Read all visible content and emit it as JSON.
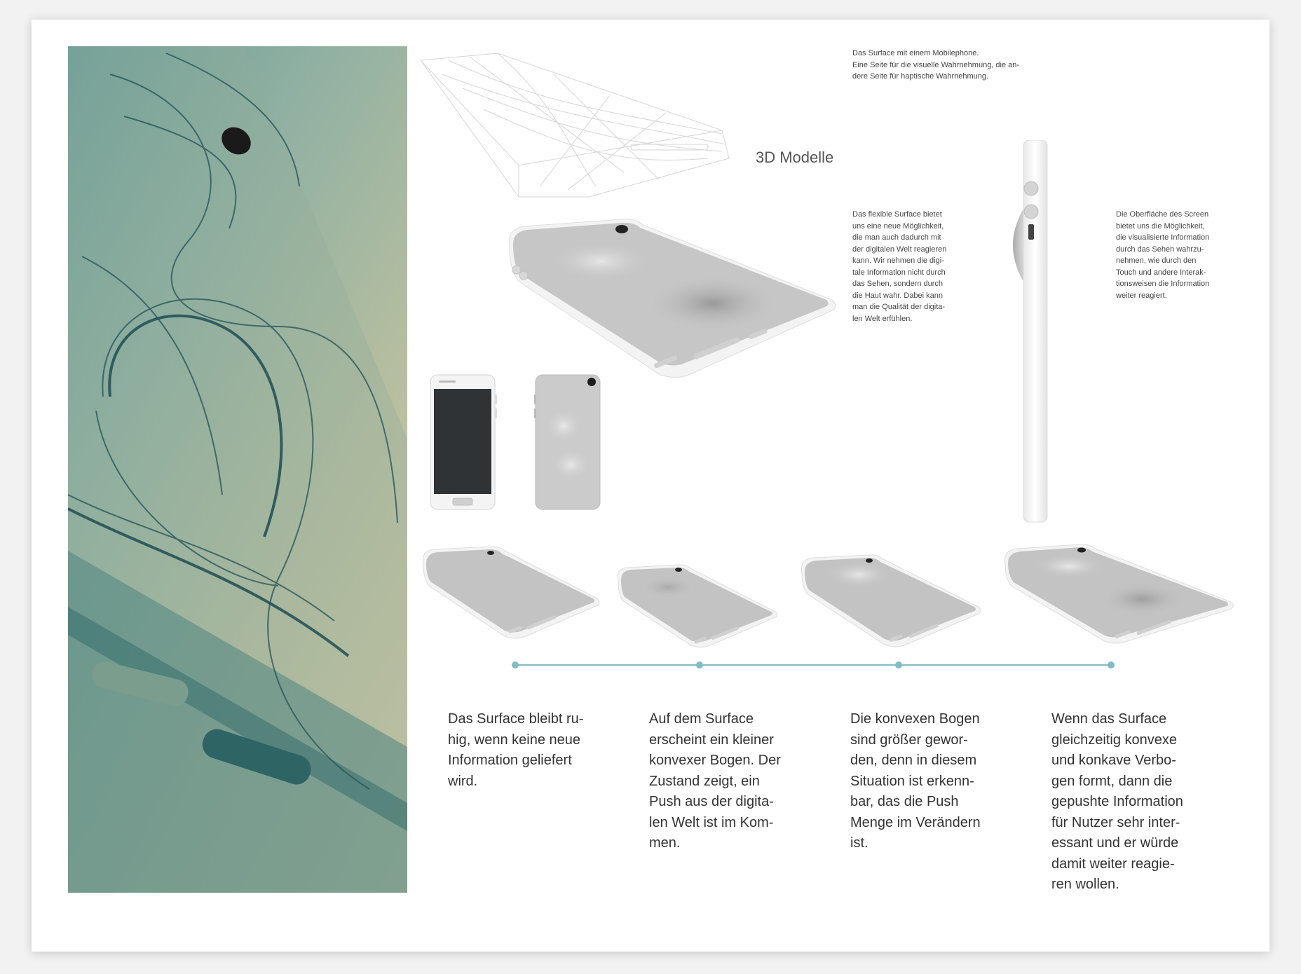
{
  "top_note": {
    "lines": [
      "Das Surface mit einem Mobilephone.",
      "Eine Seite für die visuelle Wahrnehmung, die an-",
      "dere Seite für haptische Wahrnehmung."
    ]
  },
  "section_title": "3D Modelle",
  "middle_note": "Das flexible Surface bietet\nuns eine neue Möglichkeit,\ndie man auch dadurch mit\nder digitalen Welt reagieren\nkann. Wir nehmen die digi-\ntale Information nicht durch\ndas Sehen, sondern durch\ndie Haut wahr. Dabei kann\nman die Qualität der digita-\nlen Welt erfühlen.",
  "right_note": "Die Oberfläche des Screen\nbietet uns die Möglichkeit,\ndie visualisierte Information\ndurch das Sehen wahrzu-\nnehmen, wie durch den\nTouch und andere Interak-\ntionsweisen die Information\nweiter reagiert.",
  "captions": [
    "Das Surface bleibt ru-\nhig, wenn keine neue\nInformation geliefert\nwird.",
    "Auf dem Surface\nerscheint ein kleiner\nkonvexer Bogen. Der\nZustand zeigt, ein\nPush aus der digita-\nlen Welt ist im Kom-\nmen.",
    "Die konvexen Bogen\nsind größer gewor-\nden, denn in diesem\nSituation ist erkenn-\nbar, das die Push\nMenge im Verändern\nist.",
    "Wenn das Surface\ngleichzeitig konvexe\nund konkave Verbo-\ngen formt, dann die\ngepushte Information\nfür Nutzer sehr inter-\nessant und er würde\ndamit weiter reagie-\nren wollen."
  ],
  "colors": {
    "timeline": "#7fbcc4",
    "phone_body": "#f4f4f4",
    "phone_back": "#c8c8c8",
    "screen": "#303335"
  }
}
